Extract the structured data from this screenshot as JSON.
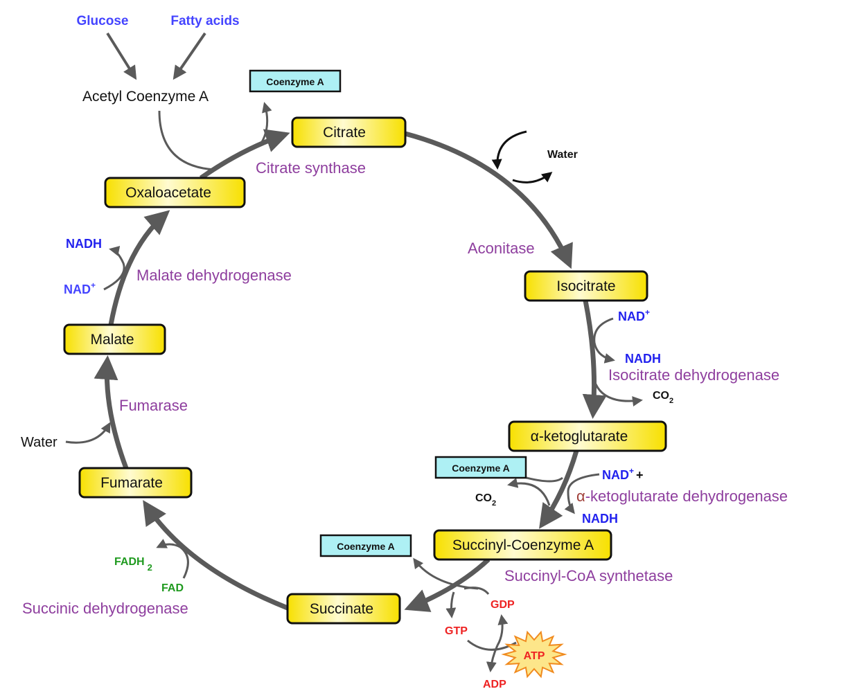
{
  "inputs": {
    "glucose": "Glucose",
    "fatty_acids": "Fatty acids",
    "acetyl_coa": "Acetyl Coenzyme A"
  },
  "metabolites": {
    "citrate": "Citrate",
    "isocitrate": "Isocitrate",
    "alpha_kg": "α-ketoglutarate",
    "succinyl_coa": "Succinyl-Coenzyme A",
    "succinate": "Succinate",
    "fumarate": "Fumarate",
    "malate": "Malate",
    "oxaloacetate": "Oxaloacetate"
  },
  "coenzyme_a": {
    "top": "Coenzyme A",
    "akg": "Coenzyme A",
    "succ": "Coenzyme A"
  },
  "enzymes": {
    "citrate_synthase": "Citrate synthase",
    "aconitase": "Aconitase",
    "isocitrate_dh": "Isocitrate dehydrogenase",
    "akg_dh_alpha": "α",
    "akg_dh_rest": "-ketoglutarate dehydrogenase",
    "succinyl_coa_synthetase": "Succinyl-CoA synthetase",
    "succinic_dh": "Succinic dehydrogenase",
    "fumarase": "Fumarase",
    "malate_dh": "Malate dehydrogenase"
  },
  "cofactors": {
    "water_top": "Water",
    "water_left": "Water",
    "nad": "NAD",
    "plus_sup": "+",
    "plus": "+",
    "nadh": "NADH",
    "co2": "CO",
    "co2_sub": "2",
    "gdp": "GDP",
    "gtp": "GTP",
    "atp": "ATP",
    "adp": "ADP",
    "fadh": "FADH",
    "fadh_sub": "2",
    "fad": "FAD"
  },
  "colors": {
    "metabolite_box": "#fde910",
    "coa_box": "#aef0f4",
    "enzyme": "#8e3e9e",
    "nad": "#2222ee",
    "energy": "#ee2222",
    "fad": "#1f9a1f",
    "arrow": "#5a5a5a"
  }
}
